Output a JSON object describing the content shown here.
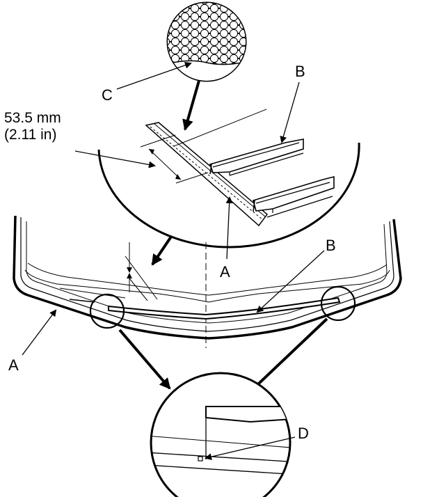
{
  "labels": {
    "A_top": "A",
    "A_bottom": "A",
    "B_top": "B",
    "B_mid": "B",
    "C": "C",
    "D": "D"
  },
  "dimension": {
    "metric": "53.5 mm",
    "imperial": "(2.11 in)"
  },
  "colors": {
    "line": "#000000",
    "background": "#ffffff"
  }
}
